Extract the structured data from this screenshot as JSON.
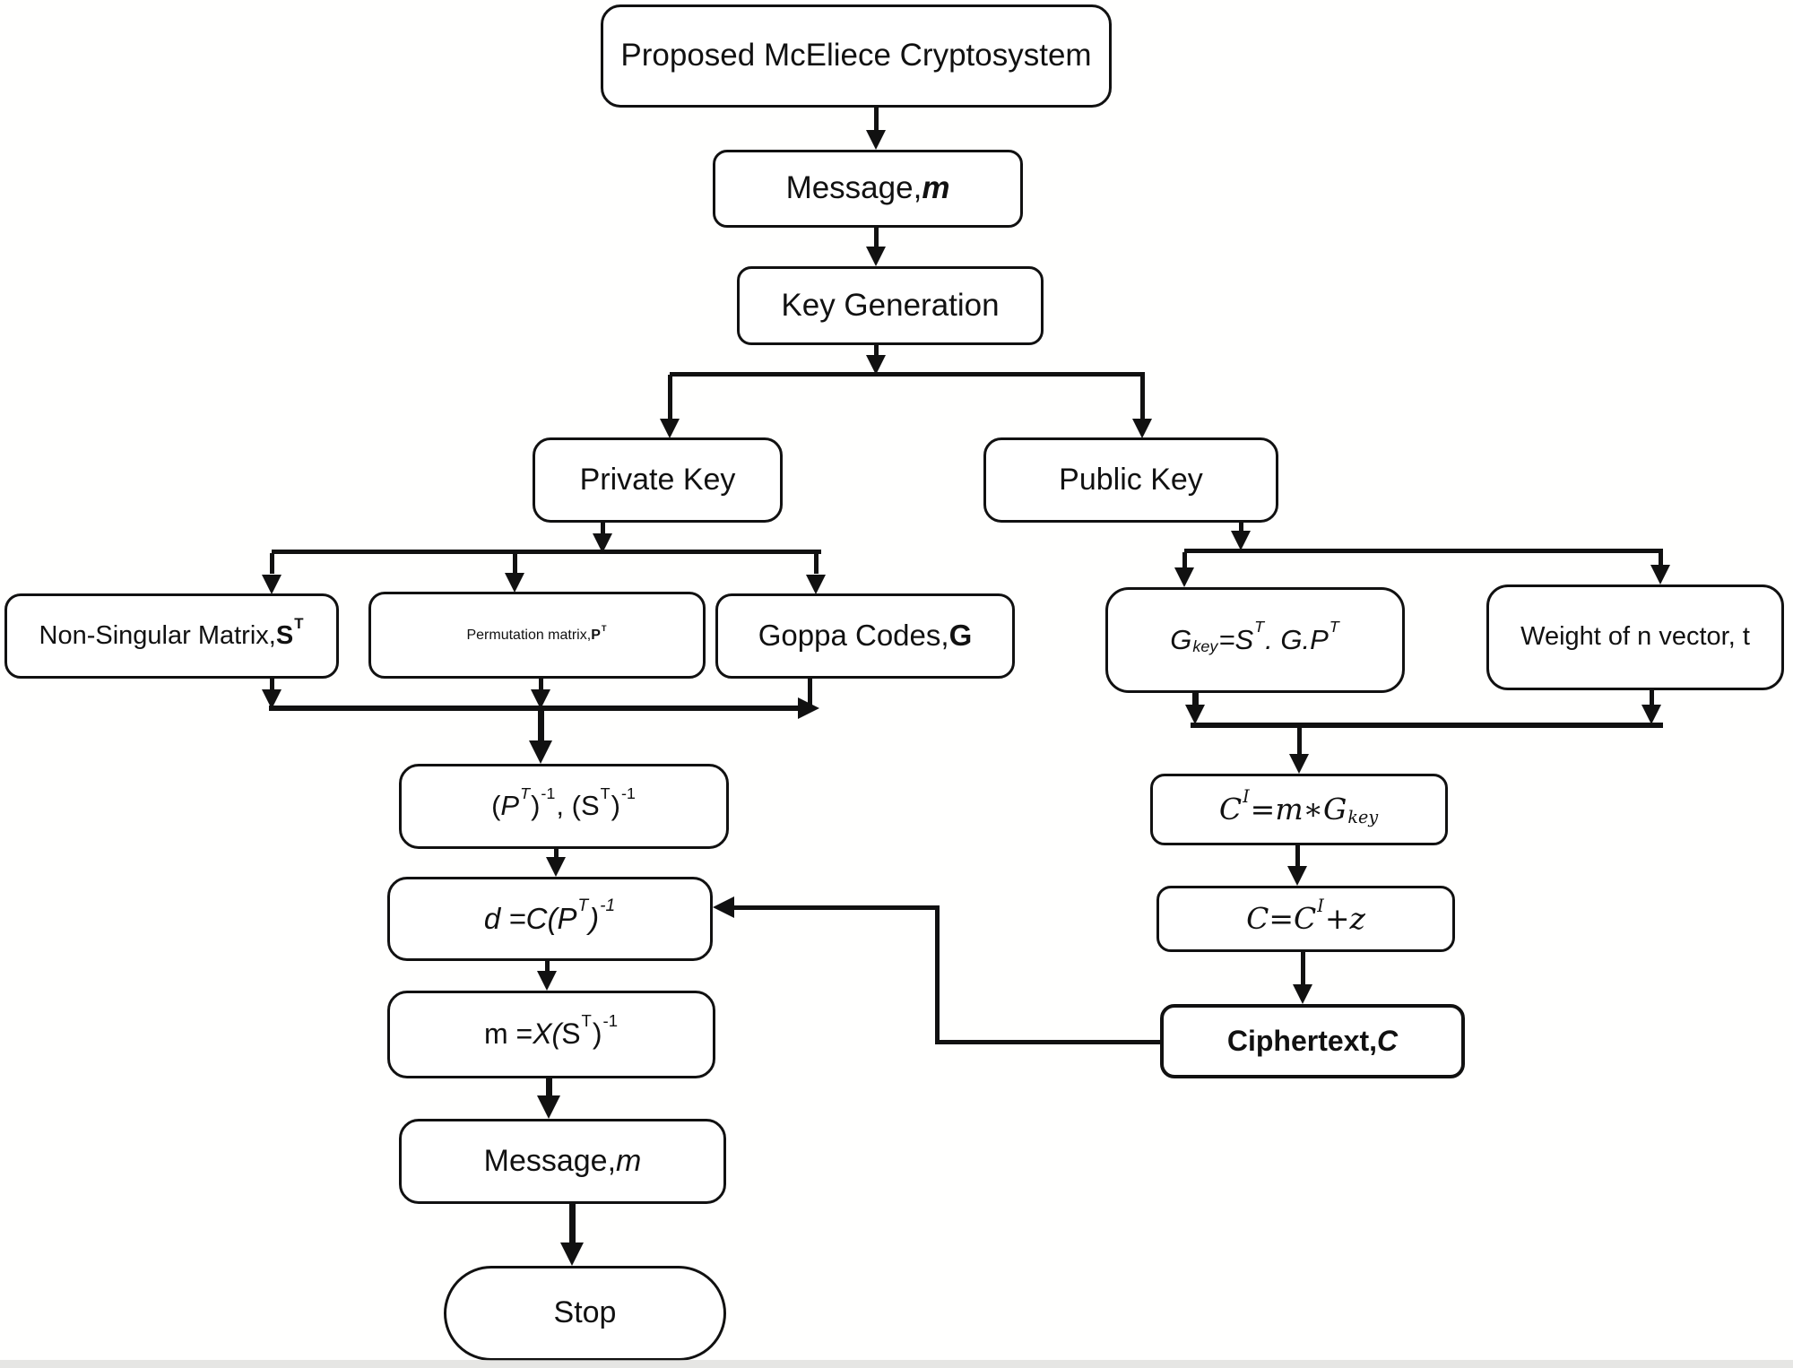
{
  "diagram_title": "Proposed McEliece Cryptosystem flowchart",
  "colors": {
    "line": "#111111",
    "box_border": "#111111",
    "box_background": "#ffffff",
    "page_background": "#ffffff"
  },
  "nodes": {
    "title": {
      "label": "Proposed McEliece Cryptosystem"
    },
    "message_in": {
      "segments": [
        {
          "t": "Message, ",
          "c": ""
        },
        {
          "t": "m",
          "c": "bd it"
        }
      ]
    },
    "key_generation": {
      "label": "Key Generation"
    },
    "private_key": {
      "label": "Private Key"
    },
    "public_key": {
      "label": "Public Key"
    },
    "non_singular_matrix": {
      "segments": [
        {
          "t": "Non-Singular Matrix, ",
          "c": ""
        },
        {
          "t": "S",
          "c": "bd"
        },
        {
          "t": "T",
          "c": "bd sup"
        }
      ]
    },
    "permutation_matrix": {
      "segments": [
        {
          "t": "Permutation matrix, ",
          "c": ""
        },
        {
          "t": "P",
          "c": "bd"
        },
        {
          "t": "T",
          "c": "bd sup"
        }
      ]
    },
    "goppa_codes": {
      "segments": [
        {
          "t": "Goppa Codes, ",
          "c": ""
        },
        {
          "t": "G",
          "c": "bd"
        }
      ]
    },
    "inverse_keys": {
      "segments": [
        {
          "t": "(",
          "c": ""
        },
        {
          "t": "P",
          "c": "it"
        },
        {
          "t": "T",
          "c": "sup it"
        },
        {
          "t": ")",
          "c": ""
        },
        {
          "t": "-1",
          "c": "sup"
        },
        {
          "t": " , (",
          "c": ""
        },
        {
          "t": "S",
          "c": ""
        },
        {
          "t": "T",
          "c": "sup"
        },
        {
          "t": ")",
          "c": ""
        },
        {
          "t": "-1",
          "c": "sup"
        }
      ]
    },
    "decrypt_d": {
      "segments": [
        {
          "t": "d = ",
          "c": "it"
        },
        {
          "t": "C(",
          "c": "it"
        },
        {
          "t": "P",
          "c": "it"
        },
        {
          "t": "T",
          "c": "sup it"
        },
        {
          "t": ")",
          "c": "it"
        },
        {
          "t": "-1",
          "c": "sup it"
        }
      ]
    },
    "decrypt_m": {
      "segments": [
        {
          "t": "m = ",
          "c": ""
        },
        {
          "t": "X(",
          "c": "it"
        },
        {
          "t": "S",
          "c": ""
        },
        {
          "t": "T",
          "c": "sup"
        },
        {
          "t": ")",
          "c": ""
        },
        {
          "t": "-1",
          "c": "sup"
        }
      ]
    },
    "message_out": {
      "segments": [
        {
          "t": "Message, ",
          "c": ""
        },
        {
          "t": "m",
          "c": "it"
        }
      ]
    },
    "stop": {
      "label": "Stop"
    },
    "g_key": {
      "segments": [
        {
          "t": "G",
          "c": "it"
        },
        {
          "t": "key",
          "c": "sub it"
        },
        {
          "t": " = ",
          "c": "it"
        },
        {
          "t": "S",
          "c": "it"
        },
        {
          "t": "T",
          "c": "sup it"
        },
        {
          "t": " . G. ",
          "c": "it"
        },
        {
          "t": "P",
          "c": "it"
        },
        {
          "t": "T",
          "c": "sup it"
        }
      ]
    },
    "weight_vector": {
      "label": "Weight of n vector, t"
    },
    "cipher_c1": {
      "segments": [
        {
          "t": "C",
          "c": "it"
        },
        {
          "t": "I",
          "c": "sup it"
        },
        {
          "t": " = ",
          "c": ""
        },
        {
          "t": "m",
          "c": "it"
        },
        {
          "t": " ∗ ",
          "c": ""
        },
        {
          "t": "G",
          "c": "it"
        },
        {
          "t": "key",
          "c": "sub it"
        }
      ]
    },
    "cipher_c2": {
      "segments": [
        {
          "t": "C",
          "c": "it"
        },
        {
          "t": " = ",
          "c": ""
        },
        {
          "t": "C",
          "c": "it"
        },
        {
          "t": "I",
          "c": "sup it"
        },
        {
          "t": " + ",
          "c": ""
        },
        {
          "t": "z",
          "c": "it"
        }
      ]
    },
    "ciphertext": {
      "segments": [
        {
          "t": "Ciphertext, ",
          "c": "bd"
        },
        {
          "t": "C",
          "c": "bd it"
        }
      ]
    }
  }
}
